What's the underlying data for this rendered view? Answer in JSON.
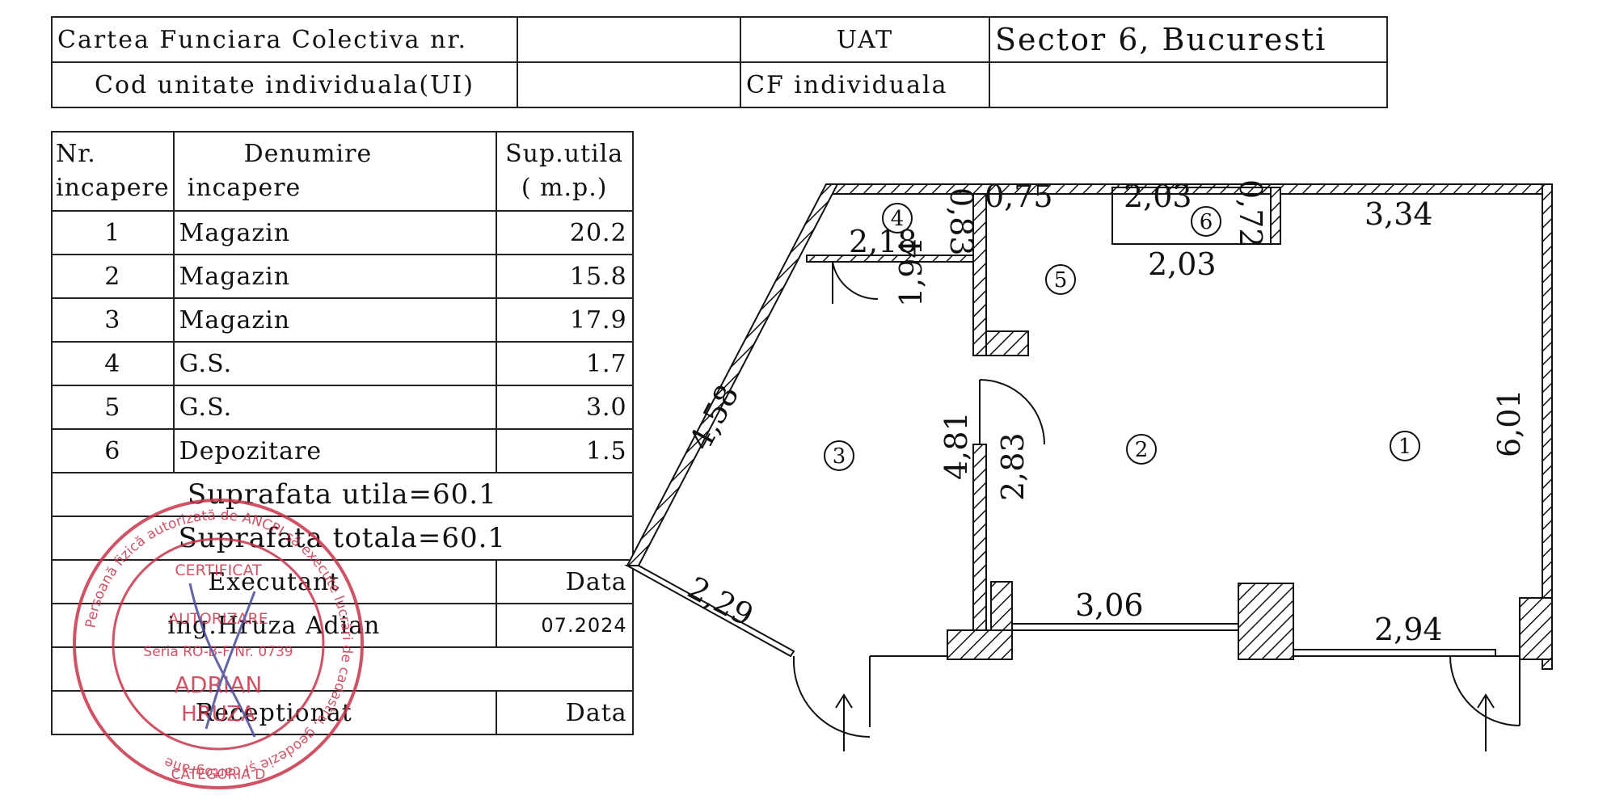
{
  "header": {
    "cf_colectiva_label": "Cartea Funciara Colectiva nr.",
    "cf_colectiva_value": "",
    "uat_label": "UAT",
    "uat_value": "Sector 6, Bucuresti",
    "cod_ui_label": "Cod unitate individuala(UI)",
    "cod_ui_value": "",
    "cf_individuala_label": "CF individuala",
    "cf_individuala_value": ""
  },
  "rooms_table": {
    "col_nr_line1": "Nr.",
    "col_nr_line2": "incapere",
    "col_name_line1": "Denumire",
    "col_name_line2": "incapere",
    "col_area_line1": "Sup.utila",
    "col_area_line2": "( m.p.)",
    "rows": [
      {
        "nr": "1",
        "name": "Magazin",
        "area": "20.2"
      },
      {
        "nr": "2",
        "name": "Magazin",
        "area": "15.8"
      },
      {
        "nr": "3",
        "name": "Magazin",
        "area": "17.9"
      },
      {
        "nr": "4",
        "name": "G.S.",
        "area": "1.7"
      },
      {
        "nr": "5",
        "name": "G.S.",
        "area": "3.0"
      },
      {
        "nr": "6",
        "name": "Depozitare",
        "area": "1.5"
      }
    ],
    "suprafata_utila": "Suprafata  utila=60.1",
    "suprafata_totala": "Suprafata  totala=60.1",
    "executant_label": "Executant",
    "data_label": "Data",
    "executant_name": "ing.Hruza  Adian",
    "executant_date": "07.2024",
    "receptionat_label": "Receptionat",
    "receptionat_data_label": "Data"
  },
  "stamp": {
    "ring_text": "Persoană fizică autorizată de ANCPI să execute lucrări de cadastru, geodezie și cartografie",
    "line1": "CERTIFICAT",
    "line2": "AUTORIZARE",
    "line3": "Seria RO-B-F  Nr. 0739",
    "line4": "ADRIAN",
    "line5": "HRUZA",
    "bottom": "CATEGORIA D",
    "color": "#c8344a"
  },
  "plan": {
    "dimensions": {
      "d_083": "0,83",
      "d_075": "0,75",
      "d_203_top": "2,03",
      "d_072": "0,72",
      "d_334": "3,34",
      "d_218": "2,18",
      "d_194": "1,94",
      "d_203_mid": "2,03",
      "d_458": "4,58",
      "d_481": "4,81",
      "d_283": "2,83",
      "d_601": "6,01",
      "d_229": "2,29",
      "d_306": "3,06",
      "d_294": "2,94"
    },
    "rooms": [
      "1",
      "2",
      "3",
      "4",
      "5",
      "6"
    ]
  }
}
